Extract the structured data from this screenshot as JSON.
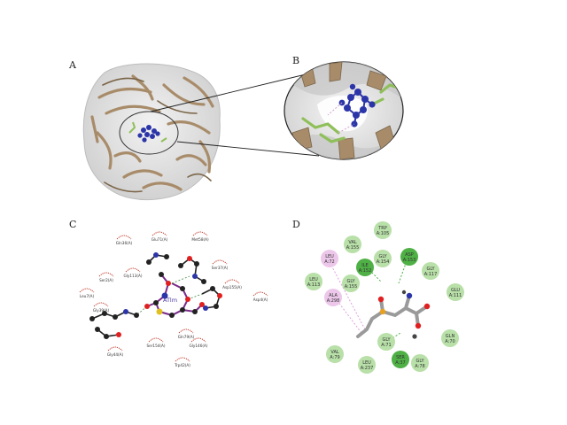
{
  "panels": {
    "a": "A",
    "b": "B",
    "c": "C",
    "d": "D"
  },
  "colors": {
    "protein_ribbon": "#a88c6a",
    "surface": "#d9d9d9",
    "ligand_ball": "#2b35a8",
    "residue_stick": "#8fbf5a",
    "dark_green": "#4eb045",
    "light_green": "#b8e0a8",
    "pink": "#e9c3e6",
    "ligand_stick": "#9a9a9a"
  },
  "panel_c": {
    "ligand_label": "ATlm",
    "labels": [
      "Gln36(A)",
      "Glu71(A)",
      "Met58(A)",
      "Ser2(A)",
      "Gly113(A)",
      "Ser37(A)",
      "Asp155(A)",
      "Leu7(A)",
      "Gly39(A)",
      "Gln79(A)",
      "Ser154(A)",
      "Gly146(A)",
      "Gly44(A)",
      "Asp4(A)",
      "Trp42(A)"
    ]
  },
  "panel_d": {
    "residues": [
      {
        "name": "TRP",
        "num": "A:105",
        "type": "light_green"
      },
      {
        "name": "VAL",
        "num": "A:155",
        "type": "light_green"
      },
      {
        "name": "LEU",
        "num": "A:72",
        "type": "pink"
      },
      {
        "name": "GLY",
        "num": "A:154",
        "type": "light_green"
      },
      {
        "name": "ASP",
        "num": "A:153",
        "type": "dark_green"
      },
      {
        "name": "ILE",
        "num": "A:152",
        "type": "dark_green"
      },
      {
        "name": "GLY",
        "num": "A:117",
        "type": "light_green"
      },
      {
        "name": "LEU",
        "num": "A:113",
        "type": "light_green"
      },
      {
        "name": "GLY",
        "num": "A:155",
        "type": "light_green"
      },
      {
        "name": "ALA",
        "num": "A:298",
        "type": "pink"
      },
      {
        "name": "GLU",
        "num": "A:111",
        "type": "light_green"
      },
      {
        "name": "GLY",
        "num": "A:71",
        "type": "light_green"
      },
      {
        "name": "GLN",
        "num": "A:70",
        "type": "light_green"
      },
      {
        "name": "VAL",
        "num": "A:79",
        "type": "light_green"
      },
      {
        "name": "SER",
        "num": "A:37",
        "type": "dark_green"
      },
      {
        "name": "LEU",
        "num": "A:237",
        "type": "light_green"
      },
      {
        "name": "GLY",
        "num": "A:78",
        "type": "light_green"
      }
    ]
  }
}
